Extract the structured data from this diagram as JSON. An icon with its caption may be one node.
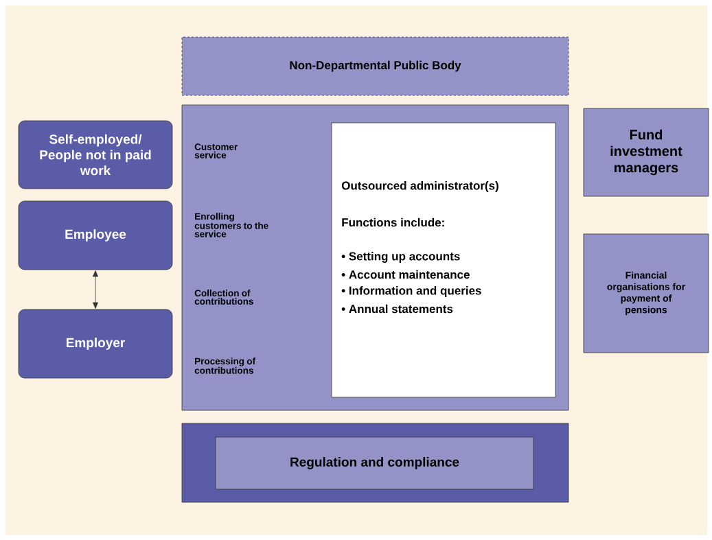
{
  "diagram": {
    "nodes": [
      {
        "text": [
          "Non-Departmental Public Body"
        ]
      },
      {
        "text": [
          "Self-employed/ People not in paid work"
        ]
      },
      {
        "text": [
          "Customer service",
          "Enrolling customers to the service",
          "Collection of contributions",
          "Processing of contributions"
        ]
      },
      {
        "text": [
          "Outsourced administrator(s)",
          "Functions include:",
          "• Setting up accounts",
          "• Account maintenance",
          "• Information and queries",
          "• Annual statements"
        ],
        "in": 2
      },
      {
        "text": [
          "Fund investment managers"
        ]
      },
      {
        "text": [
          "Employee"
        ]
      },
      {
        "text": [
          "Financial organisations for payment of pensions"
        ]
      },
      {
        "text": [
          "Employer"
        ]
      },
      {
        "text": [],
        "shape": "box"
      },
      {
        "text": [
          "Regulation and compliance"
        ],
        "in": 8
      }
    ],
    "edges": [
      {
        "from": 5,
        "to": 7,
        "arrow": "both"
      }
    ]
  }
}
